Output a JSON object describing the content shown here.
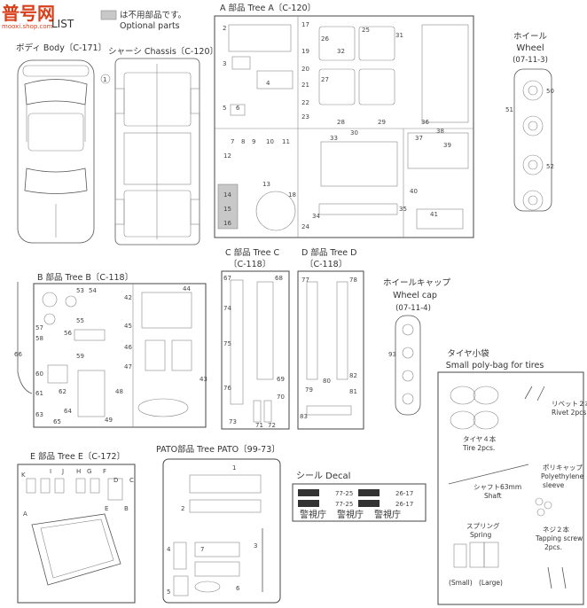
{
  "header": {
    "watermark_logo": "普号网",
    "watermark_url": "mooxi.shop.com",
    "parts_list_title": "LIST",
    "legend_jp": "は不用部品です。",
    "legend_en": "Optional parts"
  },
  "sections": {
    "body": {
      "label": "ボディ Body〔C-171〕"
    },
    "chassis": {
      "label": "シャーシ Chassis〔C-120〕",
      "part": "1"
    },
    "tree_a": {
      "label": "A 部品 Tree A〔C-120〕",
      "parts": [
        "2",
        "3",
        "4",
        "5",
        "6",
        "7",
        "8",
        "9",
        "10",
        "11",
        "12",
        "13",
        "14",
        "15",
        "16",
        "17",
        "18",
        "19",
        "20",
        "21",
        "22",
        "23",
        "24",
        "25",
        "26",
        "27",
        "28",
        "29",
        "30",
        "31",
        "32",
        "33",
        "34",
        "35",
        "36",
        "37",
        "38",
        "39",
        "40",
        "41"
      ]
    },
    "wheel": {
      "label_jp": "ホイール",
      "label_en": "Wheel",
      "code": "(07-11-3)",
      "parts": [
        "50",
        "51",
        "52"
      ]
    },
    "tree_b": {
      "label": "B 部品 Tree B〔C-118〕",
      "parts": [
        "42",
        "43",
        "44",
        "45",
        "46",
        "47",
        "48",
        "49",
        "53",
        "54",
        "55",
        "56",
        "57",
        "58",
        "59",
        "60",
        "61",
        "62",
        "63",
        "64",
        "65",
        "66"
      ]
    },
    "tree_c": {
      "label_1": "C 部品 Tree C",
      "label_2": "〔C-118〕",
      "parts": [
        "67",
        "68",
        "69",
        "70",
        "71",
        "72",
        "73",
        "74",
        "75",
        "76"
      ]
    },
    "tree_d": {
      "label_1": "D 部品 Tree D",
      "label_2": "〔C-118〕",
      "parts": [
        "77",
        "78",
        "79",
        "80",
        "81",
        "82",
        "83"
      ]
    },
    "wheel_cap": {
      "label_jp": "ホイールキャップ",
      "label_en": "Wheel cap",
      "code": "(07-11-4)",
      "parts": [
        "93"
      ]
    },
    "poly_bag": {
      "label_jp": "タイヤ小袋",
      "label_en": "Small poly-bag for tires",
      "rivet_jp": "リベット２本",
      "rivet_en": "Rivet 2pcs.",
      "tire_jp": "タイヤ４本",
      "tire_en": "Tire 2pcs.",
      "cap_jp": "ポリキャップ",
      "cap_en_1": "Polyethylene",
      "cap_en_2": "sleeve",
      "shaft_jp": "シャフト63mm",
      "shaft_en": "Shaft",
      "spring_jp": "スプリング",
      "spring_en": "Spring",
      "screw_jp": "ネジ２本",
      "screw_en_1": "Tapping screw",
      "screw_en_2": "2pcs.",
      "small": "(Small)",
      "large": "(Large)"
    },
    "tree_e": {
      "label": "E 部品 Tree E〔C-172〕",
      "letters": [
        "A",
        "B",
        "C",
        "D",
        "E",
        "F",
        "G",
        "H",
        "I",
        "J",
        "K"
      ]
    },
    "tree_pato": {
      "label": "PATO部品 Tree PATO〔99-73〕",
      "parts": [
        "1",
        "2",
        "3",
        "4",
        "5",
        "6",
        "7"
      ]
    },
    "decal": {
      "label": "シール Decal",
      "plate_1": "77-25",
      "plate_2": "26-17",
      "kanji_1": "警視庁",
      "kanji_2": "警視庁",
      "kanji_3": "警視庁"
    }
  }
}
